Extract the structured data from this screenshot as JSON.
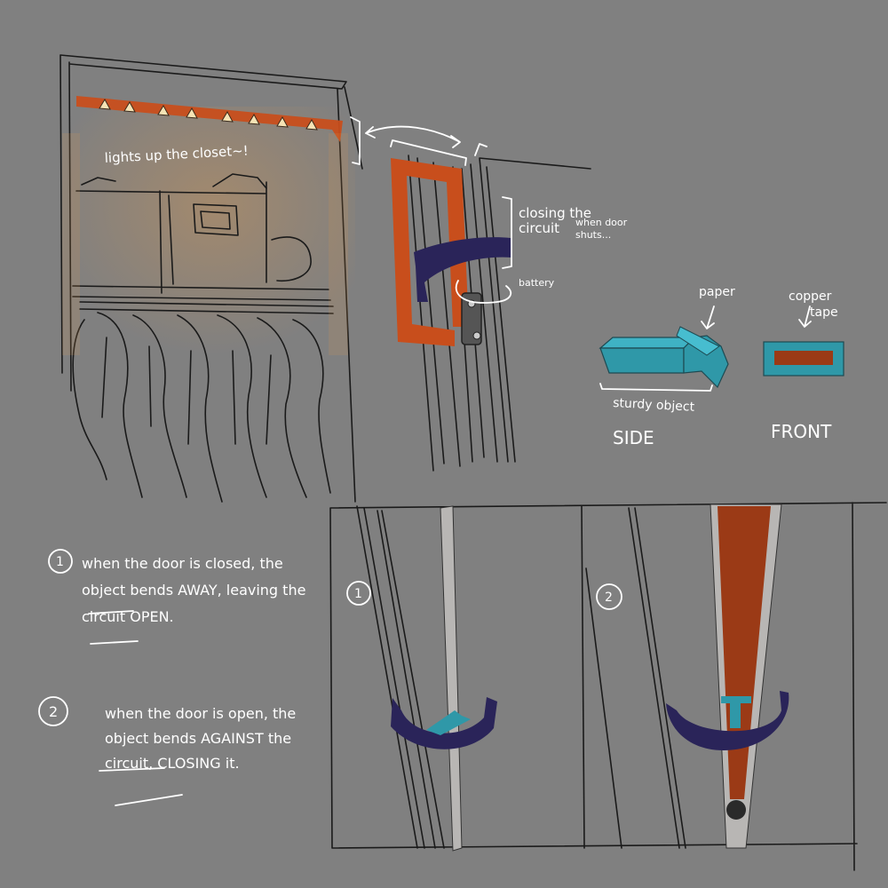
{
  "colors": {
    "background": "#808080",
    "copper": "#9b3a16",
    "copper_bright": "#c84e1c",
    "object_teal": "#2f98a8",
    "bumper_navy": "#2a2459",
    "door_grey": "#b8b6b4",
    "glow": "#e39a4a"
  },
  "closet": {
    "label": "lights up the closet~!"
  },
  "door_detail": {
    "circuit_label_line1": "closing the",
    "circuit_label_line2": "circuit",
    "circuit_label_line3": "when door",
    "circuit_label_line4": "shuts...",
    "battery_label": "battery"
  },
  "object_views": {
    "paper_label": "paper",
    "copper_label_line1": "copper",
    "copper_label_line2": "tape",
    "sturdy_label": "sturdy object",
    "side_label": "SIDE",
    "front_label": "FRONT"
  },
  "steps": [
    {
      "number": "1",
      "pre": "when the door is closed, the object bends ",
      "emphasis": "AWAY",
      "mid": ", leaving the circuit ",
      "emphasis2": "OPEN",
      "post": "."
    },
    {
      "number": "2",
      "pre": "when the door is open, the object bends ",
      "emphasis": "AGAINST",
      "mid": " the circuit, ",
      "emphasis2": "CLOSING",
      "post": " it."
    }
  ],
  "panels": {
    "panel1_number": "1",
    "panel2_number": "2"
  }
}
